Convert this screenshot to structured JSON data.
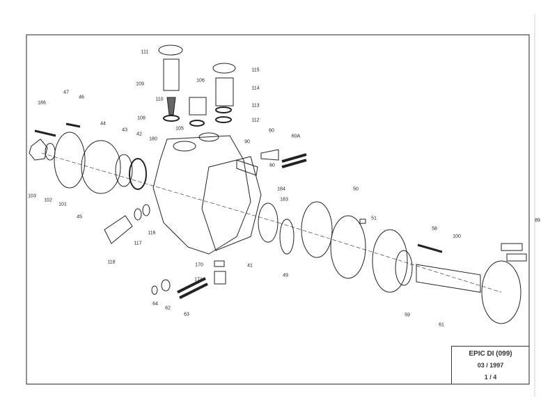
{
  "title_block": {
    "model": "EPIC DI   (099)",
    "date": "03 / 1997",
    "page": "1 / 4"
  },
  "labels": [
    "111",
    "109",
    "110",
    "108",
    "106",
    "105",
    "115",
    "114",
    "113",
    "112",
    "186",
    "47",
    "46",
    "44",
    "43",
    "42",
    "180",
    "60",
    "60A",
    "90",
    "60",
    "184",
    "183",
    "103",
    "102",
    "101",
    "45",
    "117",
    "116",
    "118",
    "170",
    "171",
    "64",
    "62",
    "63",
    "41",
    "49",
    "50",
    "51",
    "58",
    "100",
    "59",
    "61",
    "89"
  ]
}
